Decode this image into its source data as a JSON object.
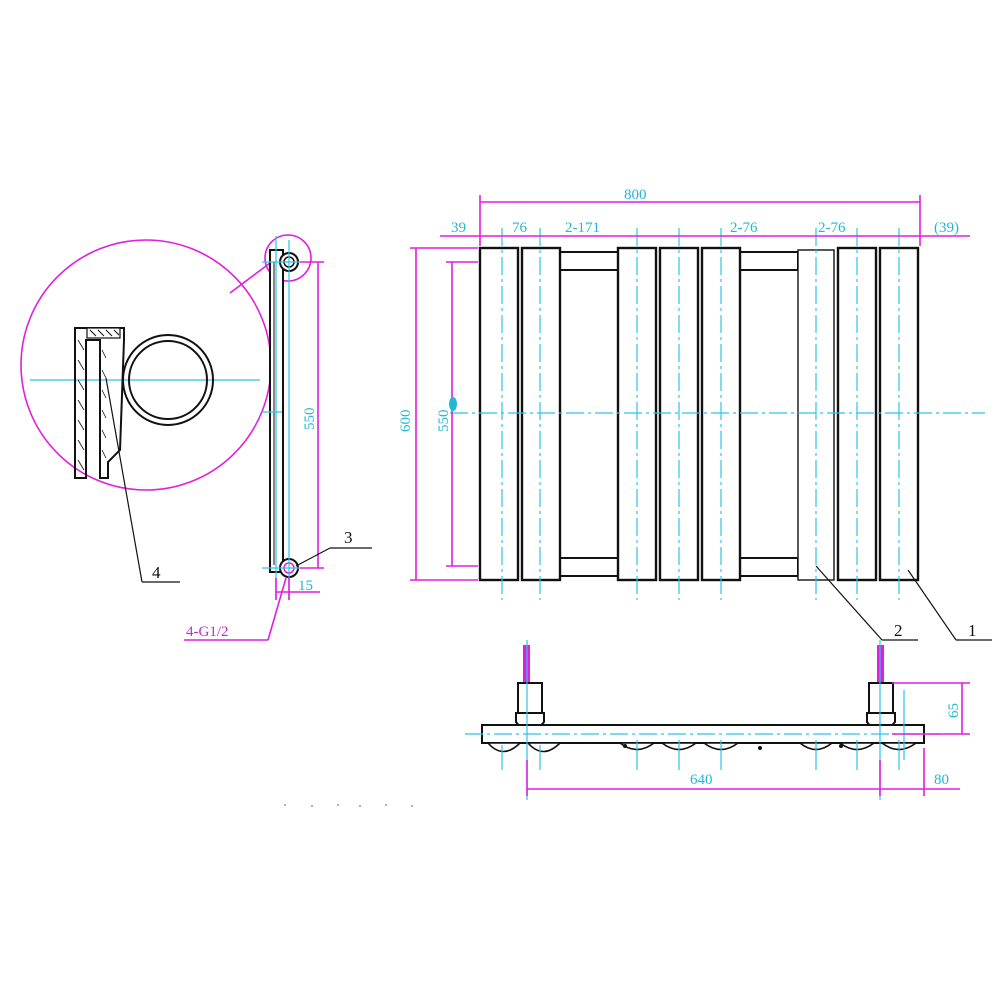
{
  "front_view": {
    "overall_width": "800",
    "overall_height": "600",
    "inner_height": "550",
    "spacing_labels": [
      "39",
      "76",
      "2-171",
      "2-76",
      "2-76",
      "(39)"
    ]
  },
  "side_view": {
    "height": "550",
    "offset": "15",
    "connection_label": "4-G1/2"
  },
  "top_view": {
    "centers": "640",
    "depth": "80",
    "valve_height": "65"
  },
  "callouts": [
    "1",
    "2",
    "3",
    "4"
  ],
  "colors": {
    "dimension_magenta": "#e01ee0",
    "centerline_cyan": "#2fc4e6",
    "outline_black": "#111111"
  }
}
